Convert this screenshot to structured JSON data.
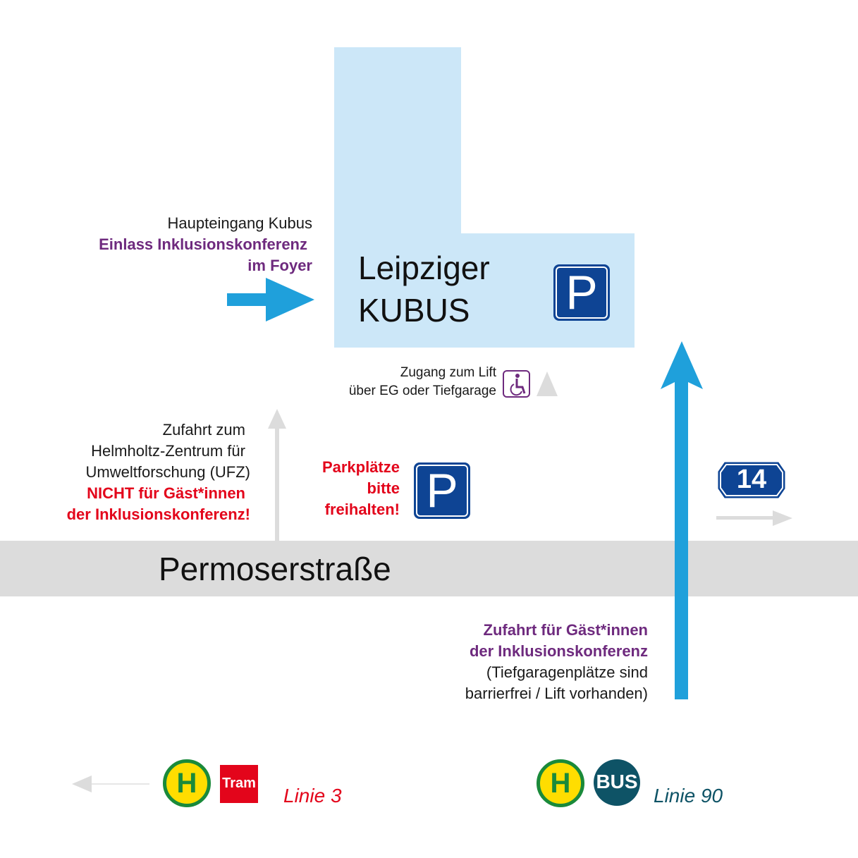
{
  "building": {
    "name_line1": "Leipziger",
    "name_line2": "KUBUS",
    "parking_icon": "parking-sign-icon",
    "parking_letter": "P"
  },
  "main_entrance": {
    "line1": "Haupteingang Kubus",
    "line2": "Einlass Inklusionskonferenz",
    "line3": "im Foyer",
    "arrow_icon": "arrow-right-icon"
  },
  "lift_access": {
    "line1": "Zugang zum Lift",
    "line2": "über EG oder Tiefgarage",
    "wheelchair_icon": "wheelchair-icon",
    "triangle_icon": "triangle-up-icon"
  },
  "ufz_access": {
    "line1": "Zufahrt zum",
    "line2": "Helmholtz-Zentrum für",
    "line3": "Umweltforschung (UFZ)",
    "line4": "NICHT für Gäst*innen",
    "line5": "der Inklusionskonferenz!"
  },
  "parking_reserved": {
    "line1": "Parkplätze",
    "line2": "bitte",
    "line3": "freihalten!",
    "parking_letter": "P"
  },
  "highway": {
    "number": "14"
  },
  "street": {
    "name": "Permoserstraße"
  },
  "guest_access": {
    "line1": "Zufahrt für Gäst*innen",
    "line2": "der Inklusionskonferenz",
    "line3": "(Tiefgaragenplätze sind",
    "line4": "barrierfrei / Lift vorhanden)"
  },
  "transit": {
    "tram": {
      "stop_letter": "H",
      "label": "Tram",
      "line": "Linie 3"
    },
    "bus": {
      "stop_letter": "H",
      "label": "BUS",
      "line": "Linie 90"
    }
  },
  "colors": {
    "building": "#cce7f8",
    "arrow_blue": "#1fa0db",
    "purple": "#6e2a7e",
    "red": "#e3051b",
    "parking_blue": "#0e4494",
    "street_gray": "#dcdcdc",
    "bus_teal": "#0e5366"
  }
}
